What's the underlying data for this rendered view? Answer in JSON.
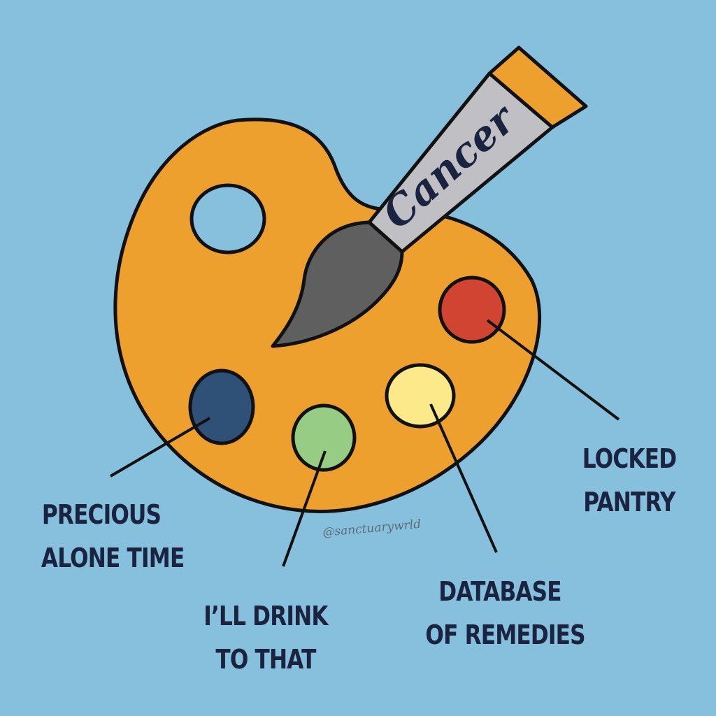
{
  "tube": {
    "brand": "Cancer"
  },
  "watermark": "@sanctuarywrld",
  "labels": {
    "blue": {
      "line1": "PRECIOUS",
      "line2": "ALONE TIME"
    },
    "green": {
      "line1": "I’LL DRINK",
      "line2": "TO THAT"
    },
    "yellow": {
      "line1": "DATABASE",
      "line2": "OF REMEDIES"
    },
    "red": {
      "line1": "LOCKED",
      "line2": "PANTRY"
    }
  },
  "colors": {
    "background": "#87c0dc",
    "palette": "#eda02d",
    "outline": "#111111",
    "paint_blue": "#2f5177",
    "paint_green": "#97cc85",
    "paint_yellow": "#fbe98a",
    "paint_red": "#d24432",
    "brush_bristles": "#5f5f5f",
    "tube_body": "#c0bfc3",
    "tube_cap": "#eda02d",
    "text": "#1a2340"
  }
}
